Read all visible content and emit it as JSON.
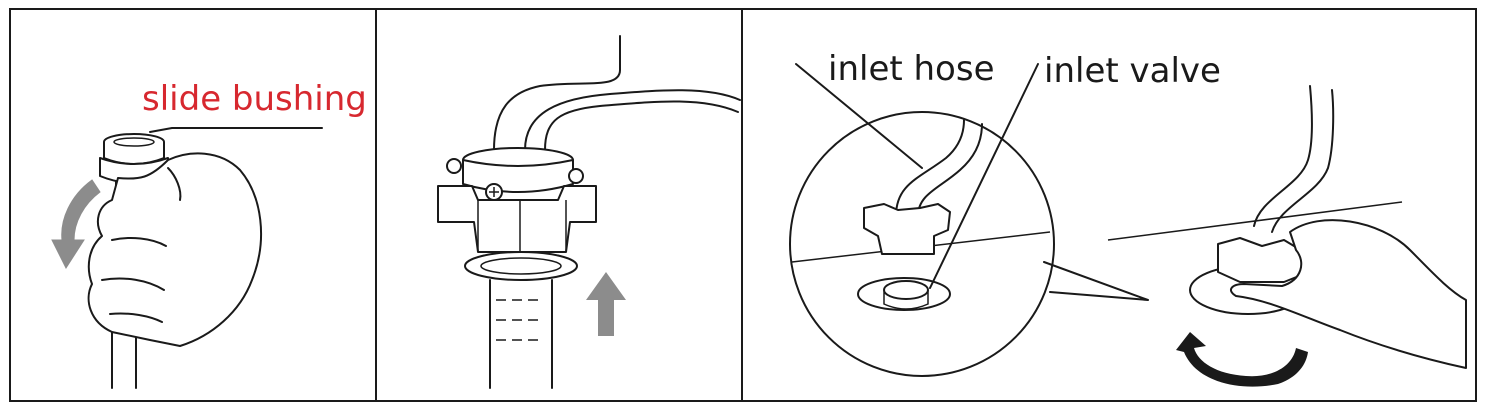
{
  "panels": [
    {
      "label": "slide bushing",
      "label_color": "#d7282f"
    },
    {
      "arrow_color": "#8c8c8c"
    },
    {
      "labels": [
        "inlet hose",
        "inlet valve"
      ],
      "label_color": "#1a1a1a"
    }
  ],
  "arrow_fill": "#8c8c8c",
  "rotation_arrow_color": "#1a1a1a"
}
